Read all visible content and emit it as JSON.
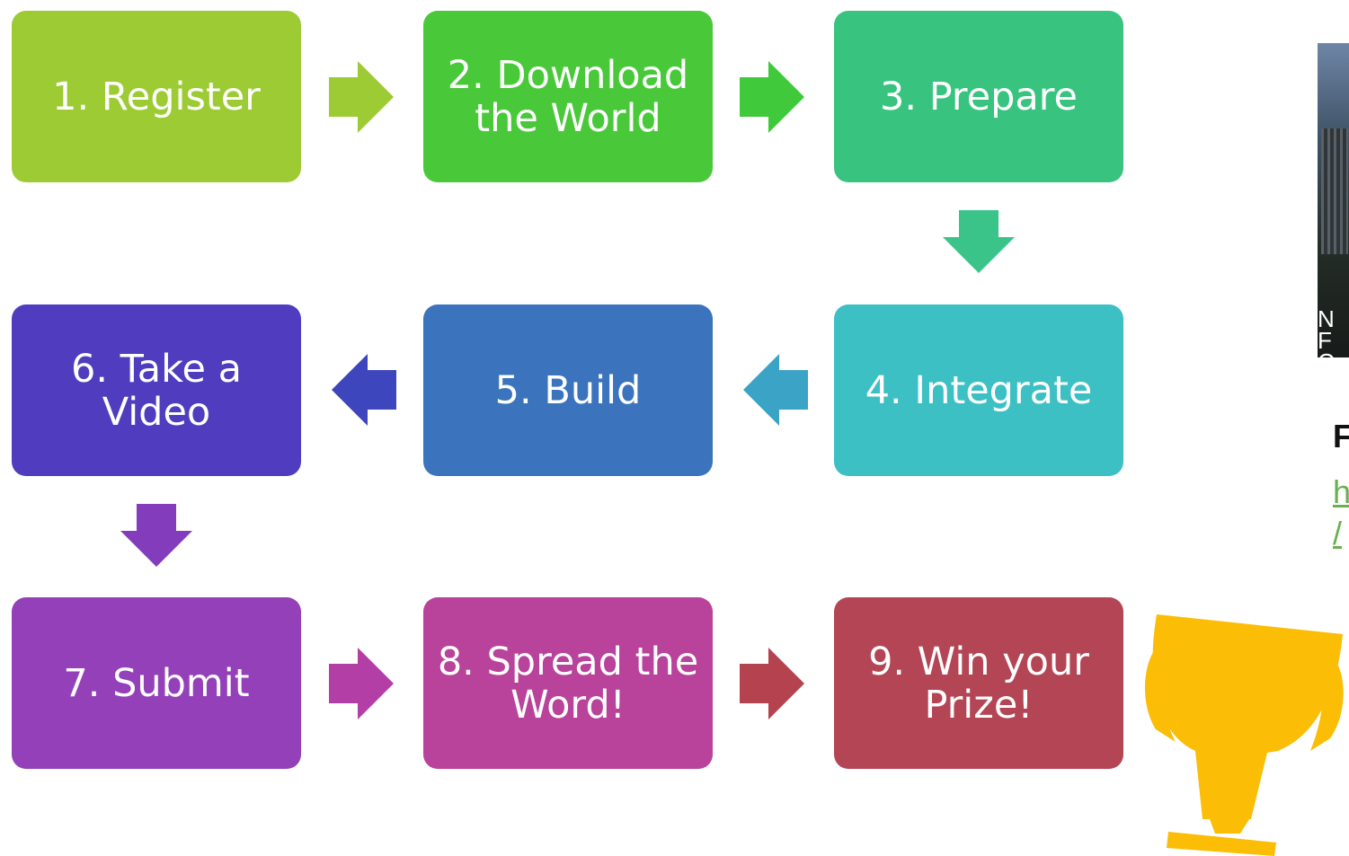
{
  "steps": [
    {
      "label": "1. Register",
      "color": "#9ccb34"
    },
    {
      "label": "2. Download the World",
      "color": "#49c93a"
    },
    {
      "label": "3. Prepare",
      "color": "#38c47f"
    },
    {
      "label": "4. Integrate",
      "color": "#3cc0c3"
    },
    {
      "label": "5. Build",
      "color": "#3b74bd"
    },
    {
      "label": "6. Take a Video",
      "color": "#4f3cbf"
    },
    {
      "label": "7. Submit",
      "color": "#9440b8"
    },
    {
      "label": "8. Spread the Word!",
      "color": "#b9429b"
    },
    {
      "label": "9. Win your Prize!",
      "color": "#b44555"
    }
  ],
  "arrow_colors": [
    "#9ccb34",
    "#3fc93b",
    "#3ac48a",
    "#3ba3c6",
    "#3d46bc",
    "#833cbc",
    "#b33fa6",
    "#b4434f"
  ],
  "photo": {
    "caption": "N\nF\nC"
  },
  "side": {
    "title": "F",
    "link": "h\n/"
  },
  "trophy_color": "#fbbd06"
}
